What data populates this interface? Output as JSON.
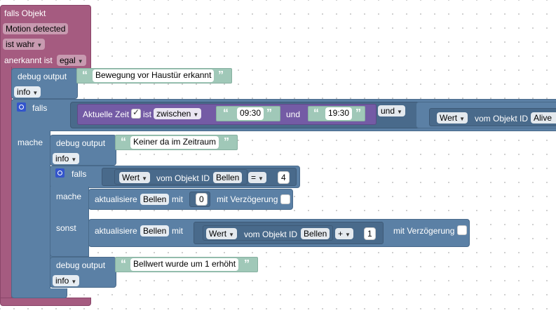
{
  "trigger": {
    "title": "falls Objekt",
    "object": "Motion detected",
    "condition": "ist wahr",
    "ack_label": "anerkannt ist",
    "ack_value": "egal"
  },
  "debug1": {
    "label": "debug output",
    "text": "Bewegung vor Haustür erkannt",
    "level": "info"
  },
  "if_outer": {
    "falls": "falls",
    "mache": "mache",
    "time_label": "Aktuelle Zeit",
    "ist": "ist",
    "range": "zwischen",
    "start": "09:30",
    "und_between": "und",
    "end": "19:30",
    "und_logic": "und",
    "wert": "Wert",
    "vom_objekt": "vom Objekt ID",
    "alive": "Alive"
  },
  "debug2": {
    "label": "debug output",
    "text": "Keiner da im Zeitraum",
    "level": "info"
  },
  "if_inner": {
    "falls": "falls",
    "wert": "Wert",
    "vom_objekt": "vom Objekt ID",
    "obj": "Bellen",
    "op": "=",
    "num": "4",
    "mache": "mache",
    "sonst": "sonst"
  },
  "update1": {
    "label": "aktualisiere",
    "obj": "Bellen",
    "mit": "mit",
    "value": "0",
    "delay": "mit Verzögerung"
  },
  "update2": {
    "label": "aktualisiere",
    "obj": "Bellen",
    "mit": "mit",
    "wert": "Wert",
    "vom_objekt": "vom Objekt ID",
    "obj2": "Bellen",
    "op": "+",
    "num": "1",
    "delay": "mit Verzögerung"
  },
  "debug3": {
    "label": "debug output",
    "text": "Bellwert wurde um 1 erhöht",
    "level": "info"
  },
  "colors": {
    "trigger": "#a55b80",
    "logic": "#5b80a5",
    "time": "#745ba5",
    "text": "#a0c8b8",
    "gear": "#3355cc"
  }
}
